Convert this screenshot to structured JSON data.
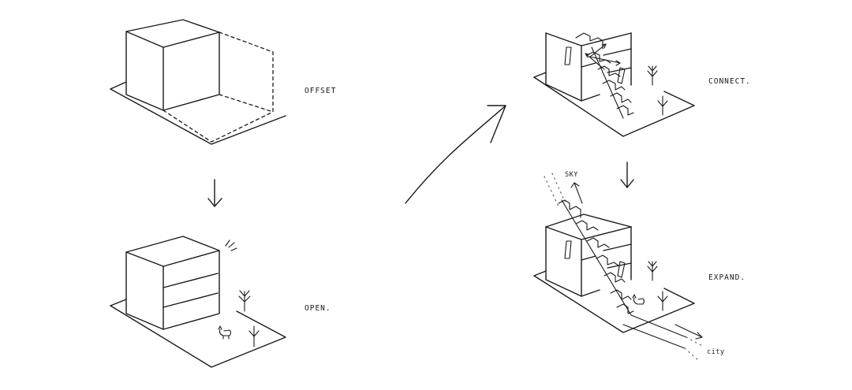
{
  "steps": [
    {
      "label": "OFFSET"
    },
    {
      "label": "OPEN."
    },
    {
      "label": "CONNECT."
    },
    {
      "label": "EXPAND."
    }
  ],
  "annotations": {
    "sky": "SKY",
    "city": "city"
  }
}
